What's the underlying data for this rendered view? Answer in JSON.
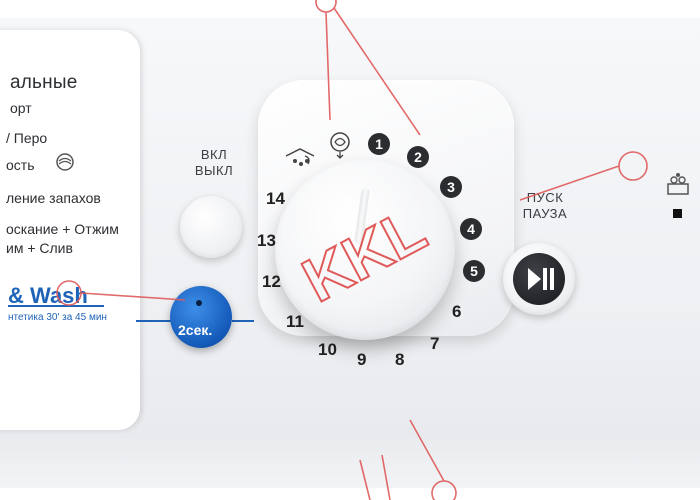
{
  "legend": {
    "title": "альные",
    "lines": [
      "орт",
      "/ Перо",
      "ость",
      "ление запахов",
      "оскание + Отжим",
      "им + Слив"
    ],
    "power_wash_title": "& Wash",
    "power_wash_sub": "нтетика 30' за 45 мин"
  },
  "controls": {
    "power_label_1": "ВКЛ",
    "power_label_2": "ВЫКЛ",
    "start_label_1": "ПУСК",
    "start_label_2": "ПАУЗА",
    "quick_button_label": "2сек."
  },
  "dial": {
    "badges": [
      "1",
      "2",
      "3",
      "4",
      "5"
    ],
    "numbers": [
      "6",
      "7",
      "8",
      "9",
      "10",
      "11",
      "12",
      "13",
      "14"
    ]
  },
  "watermark": "KKL",
  "colors": {
    "accent_blue": "#1f63b8",
    "badge_dark": "#2b2d31",
    "watermark_red": "#e05a5a"
  }
}
